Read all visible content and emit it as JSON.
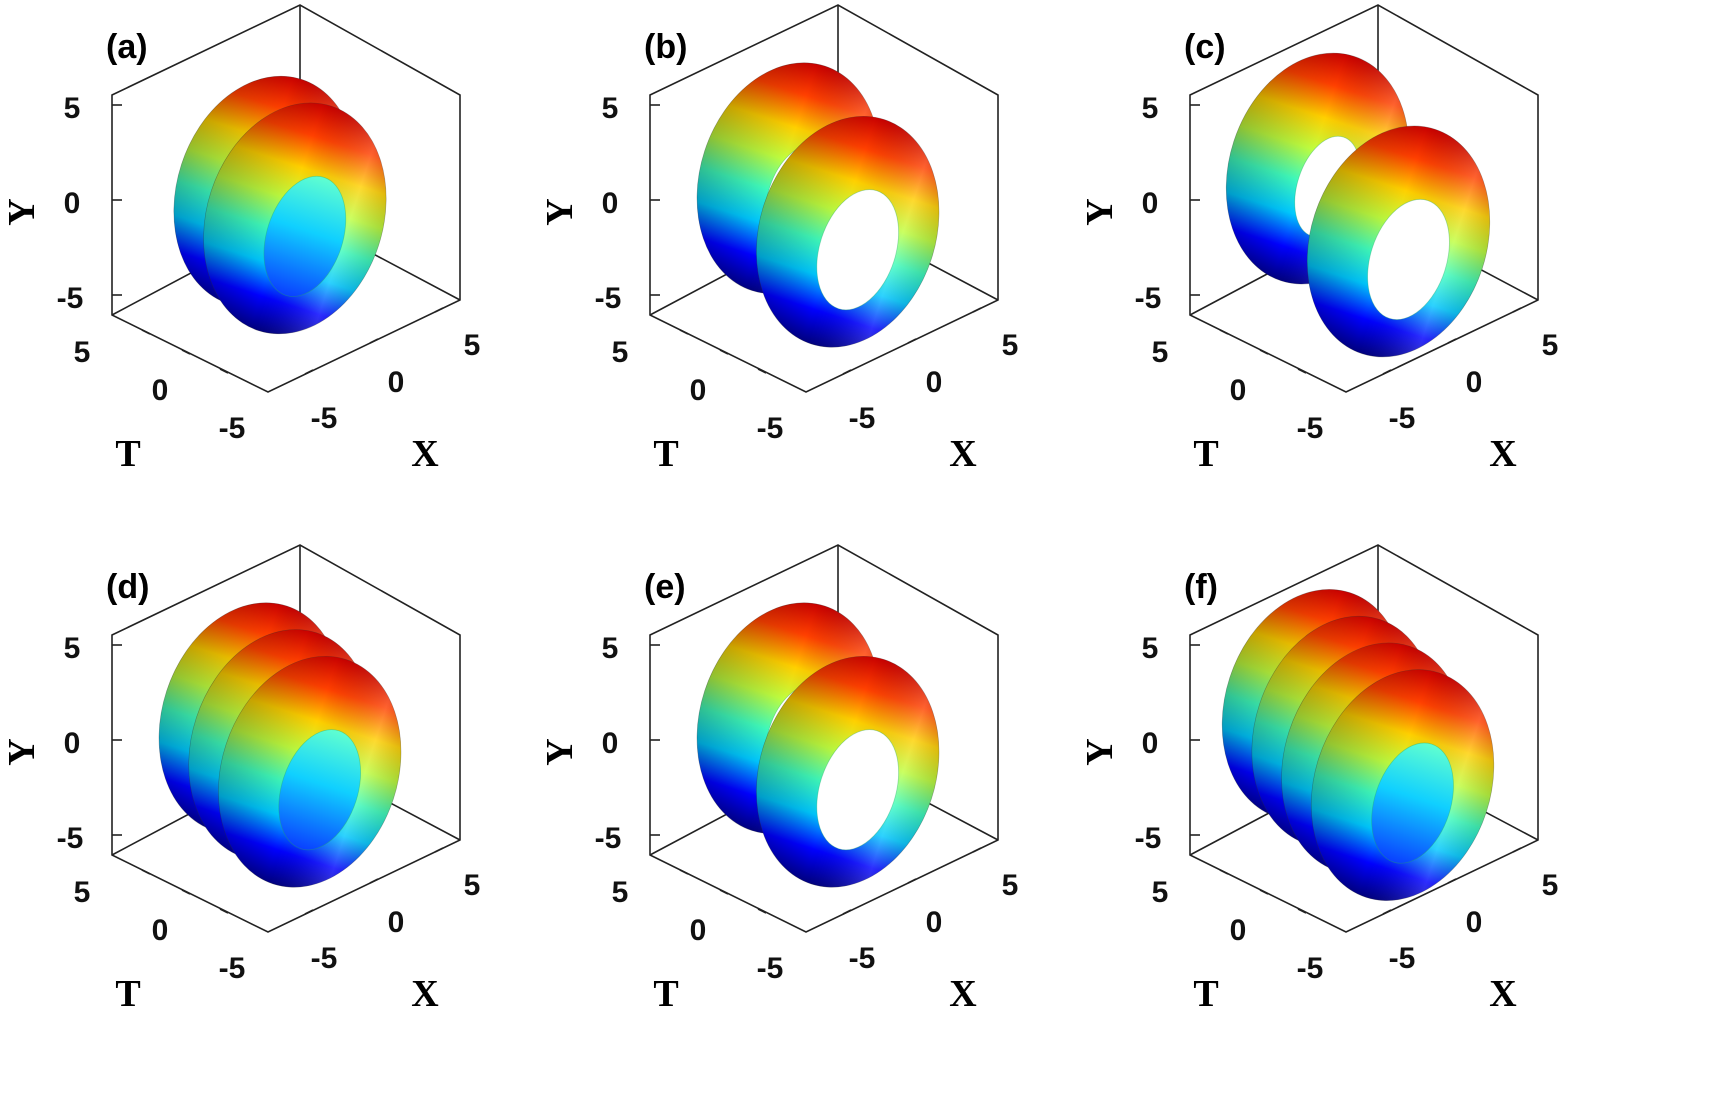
{
  "figure": {
    "panels": [
      {
        "label": "(a)",
        "rings": 2,
        "gap": 1.1
      },
      {
        "label": "(b)",
        "rings": 2,
        "gap": 2.2
      },
      {
        "label": "(c)",
        "rings": 2,
        "gap": 3.0
      },
      {
        "label": "(d)",
        "rings": 3,
        "gap": 1.1
      },
      {
        "label": "(e)",
        "rings": 2,
        "gap": 2.2
      },
      {
        "label": "(f)",
        "rings": 4,
        "gap": 1.1
      }
    ],
    "axes": {
      "y_name": "Y",
      "t_name": "T",
      "x_name": "X",
      "y_ticks": [
        "5",
        "0",
        "-5"
      ],
      "t_ticks": [
        "5",
        "0",
        "-5"
      ],
      "x_ticks": [
        "-5",
        "0",
        "5"
      ]
    },
    "colormap": [
      "#00007f",
      "#0000ff",
      "#00c8ff",
      "#40ffbf",
      "#bfff40",
      "#ffd000",
      "#ff4000",
      "#c80000"
    ]
  }
}
